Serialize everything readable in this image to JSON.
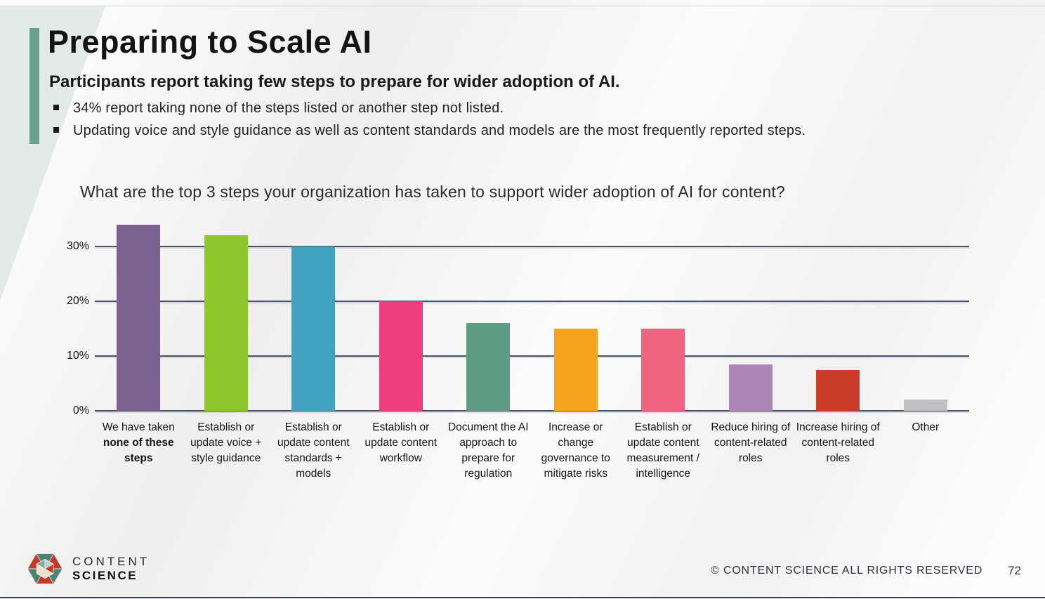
{
  "slide": {
    "title": "Preparing to Scale AI",
    "subtitle": "Participants report taking few steps to prepare for wider adoption of AI.",
    "bullets": [
      "34% report taking none of the steps listed or another step not listed.",
      "Updating voice and style guidance as well as content standards and models are the most frequently reported steps."
    ],
    "accent_color": "#68a08c"
  },
  "chart_data": {
    "type": "bar",
    "title": "What are the top 3 steps your organization has taken to support wider adoption of AI for content?",
    "categories": [
      {
        "text": "We have taken none of these steps",
        "bold": "none of these steps"
      },
      {
        "text": "Establish or update voice + style guidance"
      },
      {
        "text": "Establish or update content standards + models"
      },
      {
        "text": "Establish or update content workflow"
      },
      {
        "text": "Document the AI approach to prepare for regulation"
      },
      {
        "text": "Increase or change governance to mitigate risks"
      },
      {
        "text": "Establish or update content measurement / intelligence"
      },
      {
        "text": "Reduce hiring of content-related roles"
      },
      {
        "text": "Increase hiring of content-related roles"
      },
      {
        "text": "Other"
      }
    ],
    "values": [
      34,
      32,
      30,
      20,
      16,
      15,
      15,
      8.5,
      7.5,
      2
    ],
    "bar_colors": [
      "#7b6190",
      "#8dc72b",
      "#42a3c0",
      "#ee3e7d",
      "#5f9c84",
      "#f4a41f",
      "#f1647f",
      "#ac86b4",
      "#c93d29",
      "#bfbfbf"
    ],
    "xlabel": "",
    "ylabel": "",
    "ylim": [
      0,
      35
    ],
    "yticks": [
      {
        "label": "0%",
        "value": 0
      },
      {
        "label": "10%",
        "value": 10
      },
      {
        "label": "20%",
        "value": 20
      },
      {
        "label": "30%",
        "value": 30
      }
    ],
    "grid": true,
    "gridline_color": "#4b5067",
    "legend": "none"
  },
  "footer": {
    "logo_text_top": "CONTENT",
    "logo_text_bottom": "SCIENCE",
    "copyright": "© CONTENT SCIENCE ALL RIGHTS RESERVED",
    "page_number": "72"
  }
}
